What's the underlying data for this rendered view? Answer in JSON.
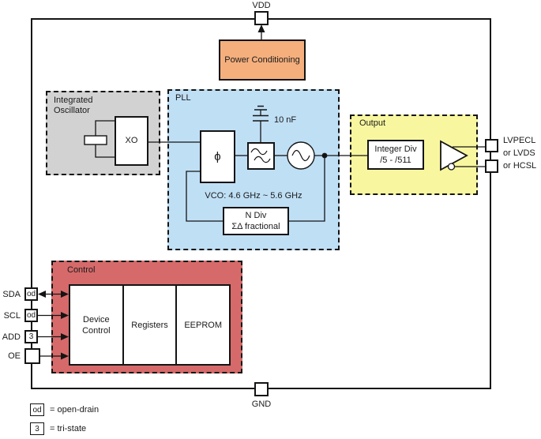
{
  "diagram": {
    "pins": {
      "vdd": "VDD",
      "gnd": "GND",
      "left": [
        {
          "name": "SDA",
          "badge": "od"
        },
        {
          "name": "SCL",
          "badge": "od"
        },
        {
          "name": "ADD",
          "badge": "3"
        },
        {
          "name": "OE",
          "badge": ""
        }
      ],
      "right_output": {
        "line1": "LVPECL",
        "line2": "or LVDS",
        "line3": "or HCSL"
      }
    },
    "power_conditioning": {
      "label": "Power Conditioning"
    },
    "oscillator": {
      "title": "Integrated Oscillator",
      "xo_label": "XO"
    },
    "pll": {
      "title": "PLL",
      "phase_detector_symbol": "ϕ",
      "capacitor_label": "10 nF",
      "vco_range": "VCO: 4.6 GHz ~ 5.6 GHz",
      "n_divider": {
        "line1": "N Div",
        "line2": "ΣΔ fractional"
      }
    },
    "output": {
      "title": "Output",
      "integer_divider": {
        "line1": "Integer Div",
        "line2": "/5 - /511"
      }
    },
    "control": {
      "title": "Control",
      "sections": [
        "Device Control",
        "Registers",
        "EEPROM"
      ]
    },
    "legend": [
      {
        "symbol": "od",
        "text": "= open-drain"
      },
      {
        "symbol": "3",
        "text": "= tri-state"
      }
    ],
    "colors": {
      "power_conditioning": "#F4AF7D",
      "oscillator": "#D2D2D2",
      "pll": "#BFDFF5",
      "output": "#F8F7A0",
      "control": "#D66A6A"
    }
  }
}
